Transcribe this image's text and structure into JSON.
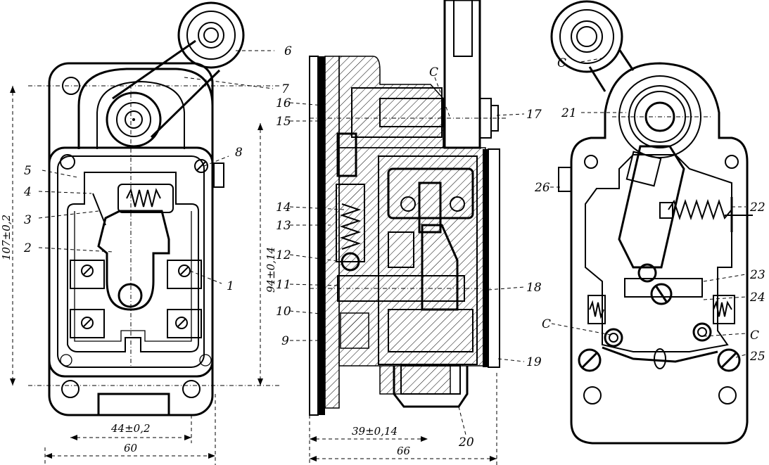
{
  "figure": {
    "title": "Limit switch — sectional views",
    "views": [
      "front-view",
      "side-section",
      "internal-view"
    ]
  },
  "labels": {
    "front": {
      "l1": "1",
      "l2": "2",
      "l3": "3",
      "l4": "4",
      "l5": "5",
      "l6": "6",
      "l7": "7",
      "l8": "8"
    },
    "side": {
      "l9": "9",
      "l10": "10",
      "l11": "11",
      "l12": "12",
      "l13": "13",
      "l14": "14",
      "l15": "15",
      "l16": "16",
      "l17": "17",
      "l18": "18",
      "l19": "19",
      "l20": "20",
      "c": "C"
    },
    "internal": {
      "l21": "21",
      "l22": "22",
      "l23": "23",
      "l24": "24",
      "l25": "25",
      "l26": "26",
      "c_top": "C",
      "c_left": "C",
      "c_right": "C"
    }
  },
  "dimensions": {
    "front_height_outer": "107±0,2",
    "front_height_inner": "94±0,14",
    "front_width_inner": "44±0,2",
    "front_width_outer": "60",
    "side_width_inner": "39±0,14",
    "side_width_outer": "66"
  }
}
